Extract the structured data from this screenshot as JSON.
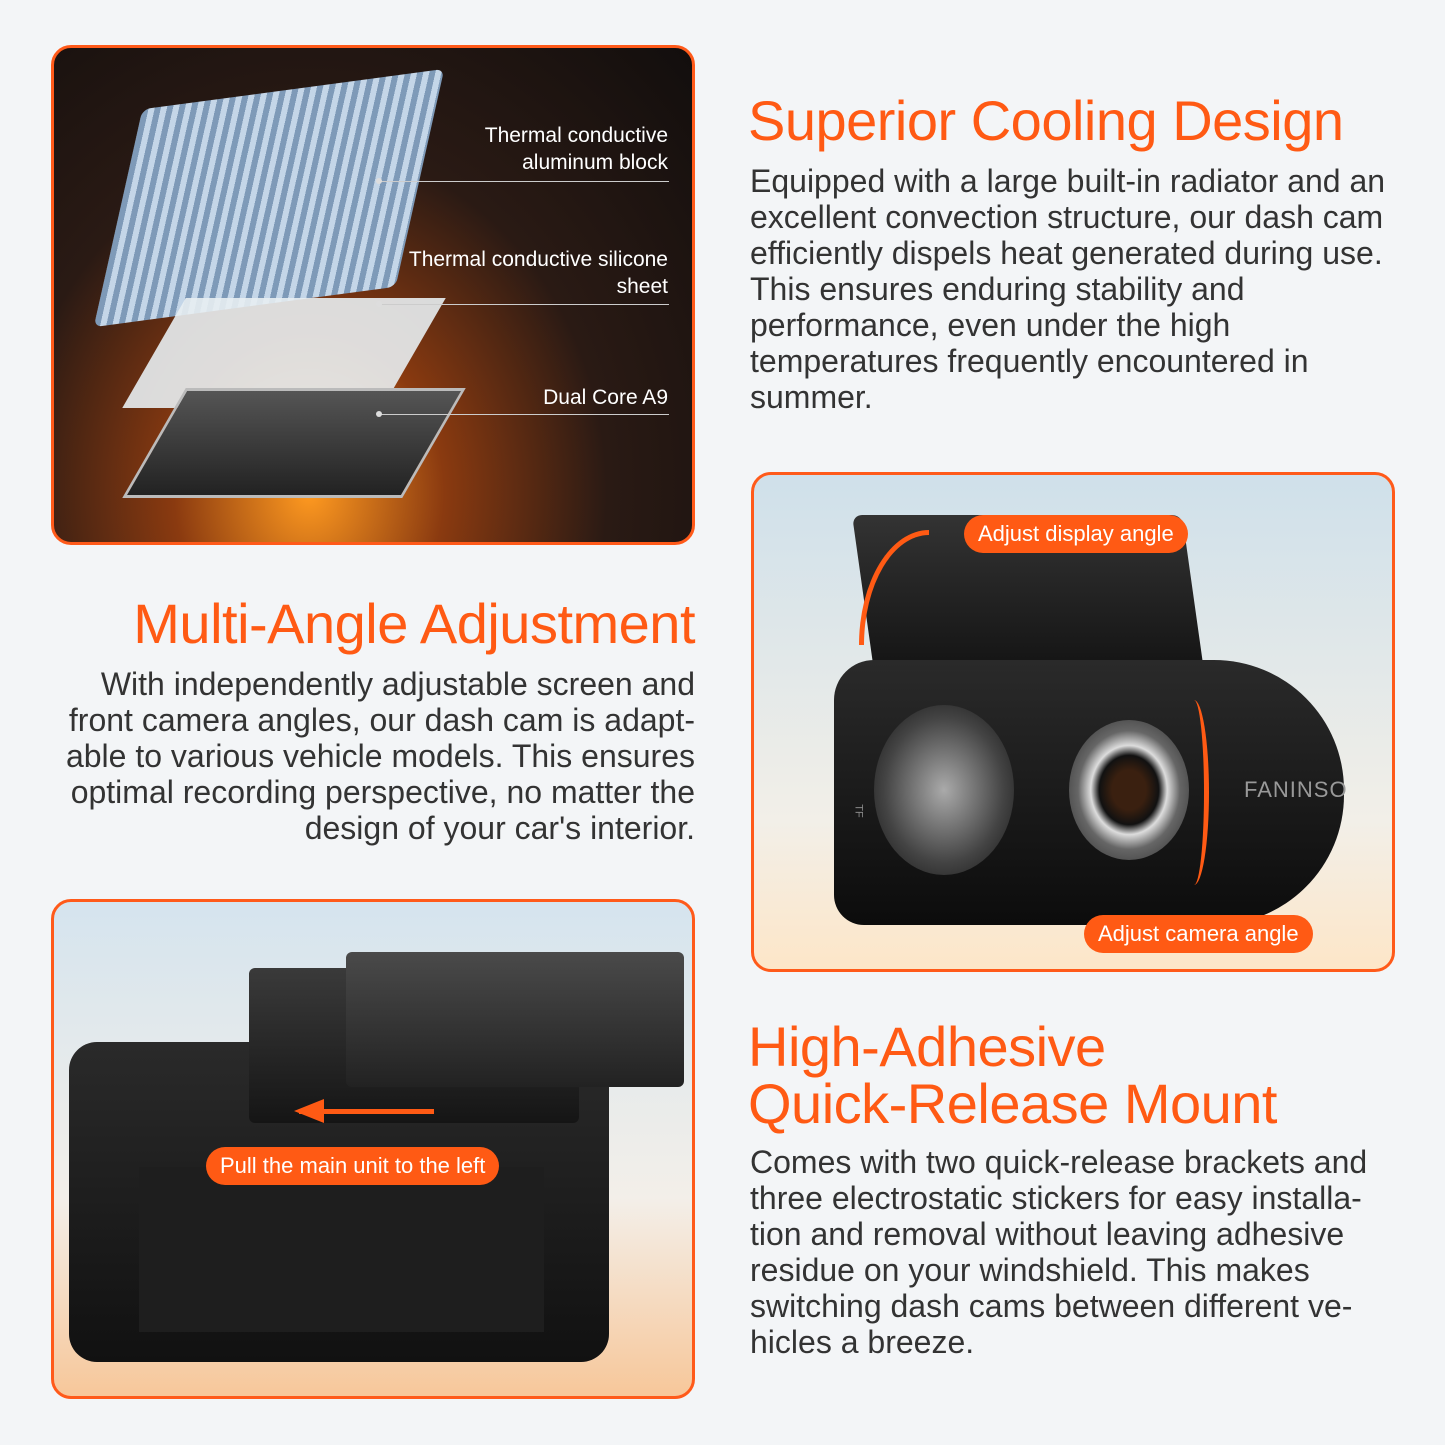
{
  "cooling": {
    "title": "Superior Cooling Design",
    "body": "Equipped with a large built-in radiator and an excellent convection structure, our dash cam efficiently dispels heat generated during use. This ensures enduring stability and performance, even under the high temperatures frequently encountered in summer.",
    "labels": [
      "Thermal conductive aluminum block",
      "Thermal conductive silicone sheet",
      "Dual Core A9"
    ]
  },
  "angle": {
    "title": "Multi-Angle Adjustment",
    "body": "With independently adjustable screen and front camera angles, our dash cam is adapt-able to various vehicle models. This ensures optimal recording perspective, no matter the design of your car's interior.",
    "display_label": "Adjust display angle",
    "camera_label": "Adjust camera angle",
    "brand": "FANINSO",
    "slot": "TF"
  },
  "mount": {
    "title_line1": "High-Adhesive",
    "title_line2": "Quick-Release Mount",
    "body": "Comes with two quick-release brackets and three electrostatic stickers for easy installa-tion and removal without leaving adhesive residue on your windshield. This makes switching dash cams between different ve-hicles a breeze.",
    "pull_label": "Pull the main unit to the left"
  },
  "colors": {
    "accent": "#ff5a14",
    "background": "#f3f5f7"
  }
}
